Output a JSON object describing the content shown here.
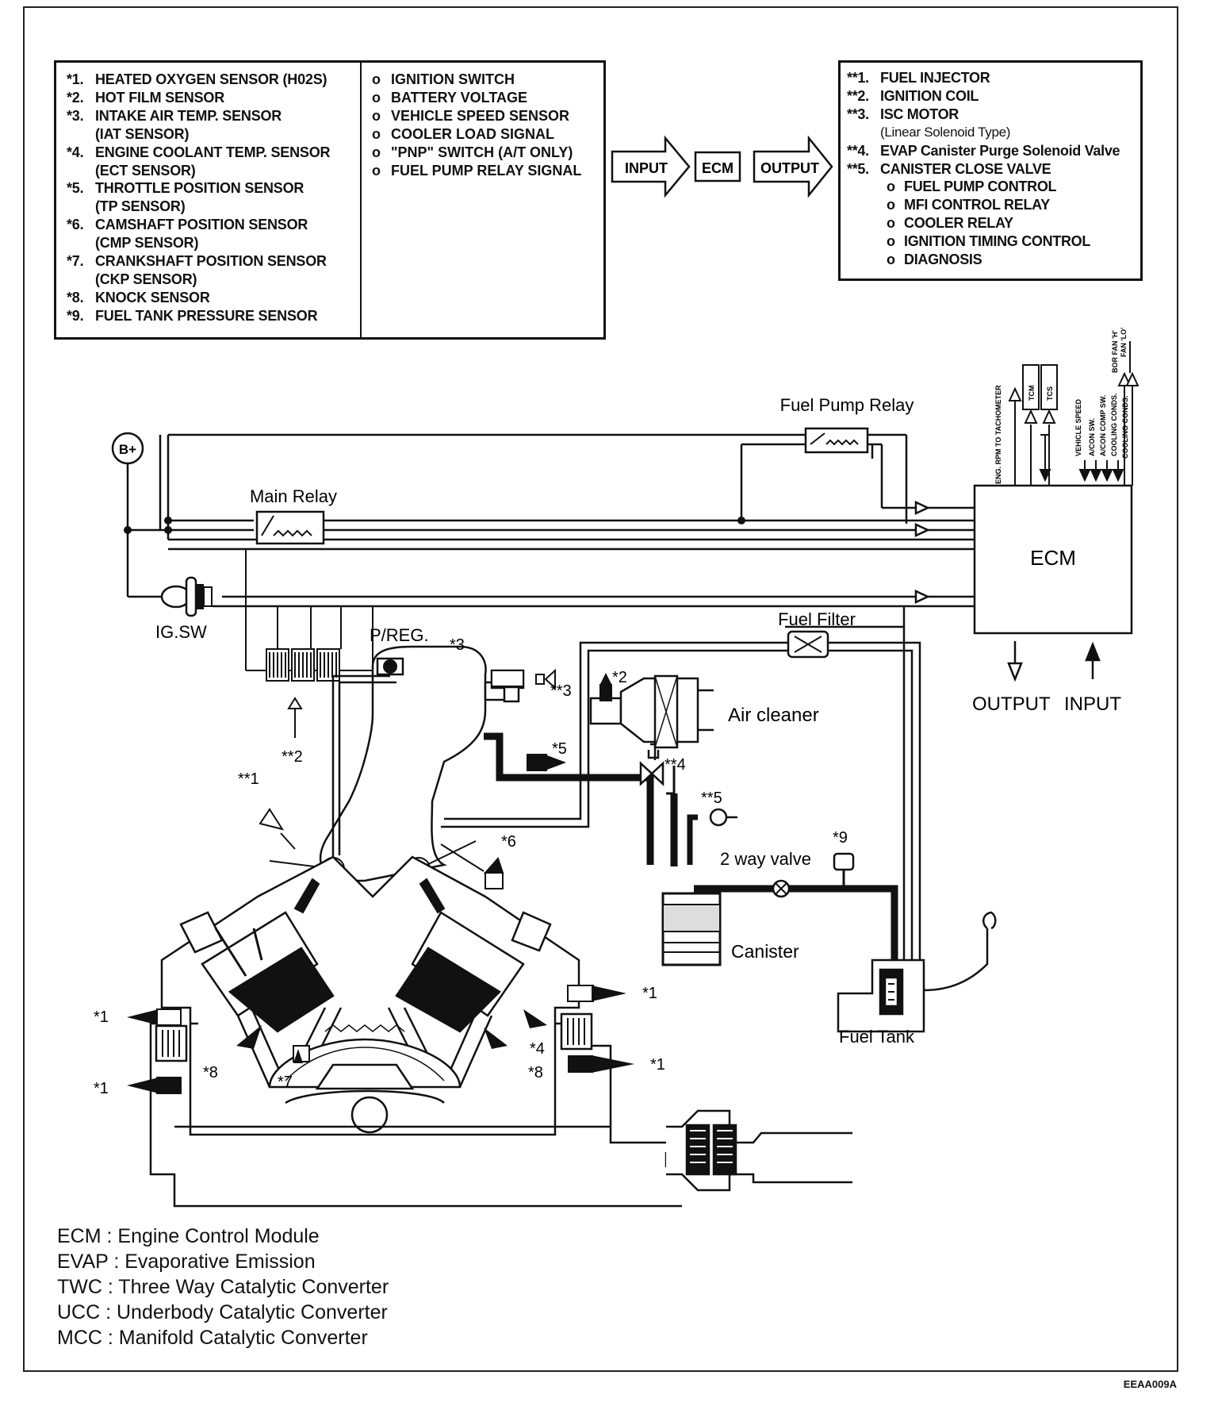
{
  "input_list": {
    "sensors": [
      {
        "index": "*1.",
        "label": "HEATED OXYGEN SENSOR (H02S)"
      },
      {
        "index": "*2.",
        "label": "HOT FILM SENSOR"
      },
      {
        "index": "*3.",
        "label": "INTAKE AIR TEMP. SENSOR",
        "sub": "(IAT SENSOR)"
      },
      {
        "index": "*4.",
        "label": "ENGINE COOLANT TEMP. SENSOR",
        "sub": "(ECT SENSOR)"
      },
      {
        "index": "*5.",
        "label": "THROTTLE POSITION SENSOR",
        "sub": "(TP SENSOR)"
      },
      {
        "index": "*6.",
        "label": "CAMSHAFT POSITION SENSOR",
        "sub": "(CMP SENSOR)"
      },
      {
        "index": "*7.",
        "label": "CRANKSHAFT POSITION SENSOR",
        "sub": "(CKP SENSOR)"
      },
      {
        "index": "*8.",
        "label": "KNOCK SENSOR"
      },
      {
        "index": "*9.",
        "label": "FUEL TANK PRESSURE SENSOR"
      }
    ],
    "signals_bullet": "o",
    "signals": [
      "IGNITION SWITCH",
      "BATTERY VOLTAGE",
      "VEHICLE SPEED SENSOR",
      "COOLER LOAD SIGNAL",
      "\"PNP\" SWITCH (A/T ONLY)",
      "FUEL PUMP RELAY SIGNAL"
    ]
  },
  "flow": {
    "input": "INPUT",
    "ecm": "ECM",
    "output": "OUTPUT"
  },
  "output_list": {
    "items": [
      {
        "index": "**1.",
        "label": "FUEL INJECTOR"
      },
      {
        "index": "**2.",
        "label": "IGNITION COIL"
      },
      {
        "index": "**3.",
        "label": "ISC MOTOR",
        "sub": "(Linear Solenoid Type)"
      },
      {
        "index": "**4.",
        "label": "EVAP Canister Purge Solenoid Valve"
      },
      {
        "index": "**5.",
        "label": "CANISTER CLOSE VALVE"
      }
    ],
    "controls": [
      "FUEL PUMP CONTROL",
      "MFI CONTROL RELAY",
      "COOLER RELAY",
      "IGNITION TIMING CONTROL",
      "DIAGNOSIS"
    ]
  },
  "diagram": {
    "battery": "B+",
    "main_relay": "Main Relay",
    "fuel_pump_relay": "Fuel Pump Relay",
    "ig_sw": "IG.SW",
    "ecm": "ECM",
    "fuel_filter": "Fuel Filter",
    "p_reg": "P/REG.",
    "air_cleaner": "Air cleaner",
    "output": "OUTPUT",
    "input": "INPUT",
    "two_way_valve": "2 way valve",
    "canister": "Canister",
    "fuel_tank": "Fuel Tank",
    "ecm_signals": [
      "ENG. RPM TO TACHOMETER",
      "TCM",
      "TCS",
      "VEHICLE SPEED",
      "A/CON SW.",
      "A/CON COMP SW.",
      "COOLING CONDS.",
      "COOLING CONDS.",
      "BOR FAN 'H'",
      "FAN 'LO'"
    ],
    "labels": {
      "s3": "*3",
      "ss3": "**3",
      "s2": "*2",
      "ss2": "**2",
      "ss1": "**1",
      "s5": "*5",
      "ss4": "**4",
      "ss5": "**5",
      "s9": "*9",
      "s6": "*6",
      "s1_left_top": "*1",
      "s1_left_bot": "*1",
      "s1_right_top": "*1",
      "s1_right_bot": "*1",
      "s8_left": "*8",
      "s7": "*7",
      "s4": "*4",
      "s8_right": "*8"
    }
  },
  "legend": [
    "ECM : Engine Control Module",
    "EVAP : Evaporative Emission",
    "TWC : Three Way Catalytic Converter",
    "UCC : Underbody Catalytic Converter",
    "MCC : Manifold Catalytic Converter"
  ],
  "figure_code": "EEAA009A"
}
